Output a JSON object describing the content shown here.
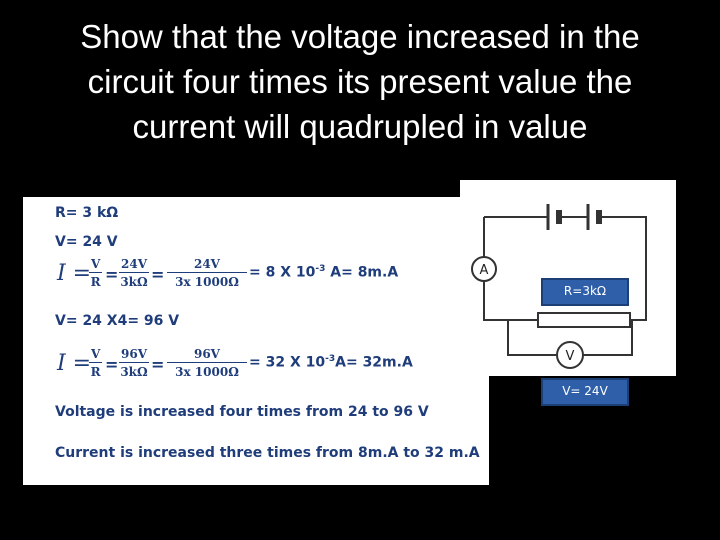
{
  "title": {
    "line1": "Show that the voltage increased  in the",
    "line2": "circuit four times its present value the",
    "line3": "current will quadrupled in value"
  },
  "work": {
    "r_line": "R= 3 kΩ",
    "v_line": "V= 24 V",
    "eq1": {
      "lhs": "I =",
      "f1_num": "V",
      "f1_den": "R",
      "f2_num": "24V",
      "f2_den": "3kΩ",
      "f3_num": "24V",
      "f3_den": "3x 1000Ω",
      "result": "= 8 X 10",
      "exp": "-3",
      "result_tail": " A= 8m.A"
    },
    "v2_line": "V= 24 X4= 96 V",
    "eq2": {
      "lhs": "I =",
      "f1_num": "V",
      "f1_den": "R",
      "f2_num": "96V",
      "f2_den": "3kΩ",
      "f3_num": "96V",
      "f3_den": "3x 1000Ω",
      "result": "= 32 X 10",
      "exp": "-3",
      "result_tail": "A= 32m.A"
    },
    "voltage_statement": "Voltage is increased four times from 24 to 96 V",
    "current_statement": "Current is increased three times from 8m.A to 32 m.A"
  },
  "circuit": {
    "ammeter_symbol": "A",
    "voltmeter_symbol": "V",
    "resistance_label": "R=3kΩ",
    "voltage_label": "V= 24V"
  }
}
